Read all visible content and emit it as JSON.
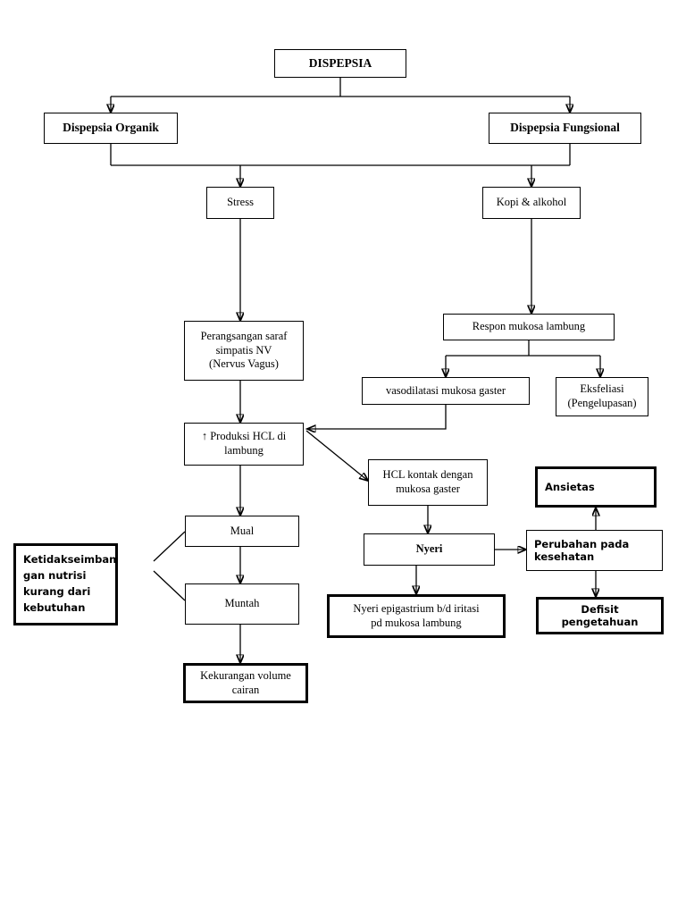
{
  "diagram": {
    "title": "DISPEPSIA",
    "type": "flowchart",
    "language": "id",
    "nodes": [
      {
        "id": "dispepsia",
        "label": "DISPEPSIA"
      },
      {
        "id": "organik",
        "label": "Dispepsia Organik"
      },
      {
        "id": "fungsional",
        "label": "Dispepsia Fungsional"
      },
      {
        "id": "stress",
        "label": "Stress"
      },
      {
        "id": "kopi",
        "label": "Kopi & alkohol"
      },
      {
        "id": "saraf",
        "label": "Perangsangan saraf simpatis NV (Nervus Vagus)"
      },
      {
        "id": "respon",
        "label": "Respon mukosa lambung"
      },
      {
        "id": "vasodilatasi",
        "label": "vasodilatasi mukosa gaster"
      },
      {
        "id": "eksfeliasi",
        "label": "Eksfeliasi (Pengelupasan)"
      },
      {
        "id": "hcl",
        "label": "↑ Produksi HCL di lambung"
      },
      {
        "id": "hclkontak",
        "label": "HCL kontak dengan mukosa gaster"
      },
      {
        "id": "ansietas",
        "label": "Ansietas"
      },
      {
        "id": "mual",
        "label": "Mual"
      },
      {
        "id": "nyeri",
        "label": "Nyeri"
      },
      {
        "id": "perubahan",
        "label": "Perubahan pada kesehatan"
      },
      {
        "id": "ketidakseimbangan",
        "label": "Ketidakseimbangan nutrisi kurang dari kebutuhan"
      },
      {
        "id": "muntah",
        "label": "Muntah"
      },
      {
        "id": "nyeriepi",
        "label": "Nyeri epigastrium b/d iritasi pd mukosa lambung"
      },
      {
        "id": "defisit",
        "label": "Defisit pengetahuan"
      },
      {
        "id": "kekurangan",
        "label": "Kekurangan volume cairan"
      }
    ],
    "lines": {
      "saraf": [
        "Perangsangan saraf",
        "simpatis NV",
        "(Nervus Vagus)"
      ],
      "eksfeliasi": [
        "Eksfeliasi",
        "(Pengelupasan)"
      ],
      "hcl": [
        "↑ Produksi HCL di",
        "lambung"
      ],
      "hclkontak": [
        "HCL kontak dengan",
        "mukosa gaster"
      ],
      "perubahan": [
        "Perubahan pada",
        "kesehatan"
      ],
      "ketidakseimbangan": [
        "Ketidakseimban",
        "gan nutrisi",
        "kurang dari",
        "kebutuhan"
      ],
      "nyeriepi": [
        "Nyeri epigastrium b/d iritasi",
        "pd mukosa lambung"
      ],
      "kekurangan": [
        "Kekurangan volume",
        "cairan"
      ]
    },
    "colors": {
      "stroke": "#000000",
      "background": "#ffffff",
      "text": "#000000"
    }
  }
}
